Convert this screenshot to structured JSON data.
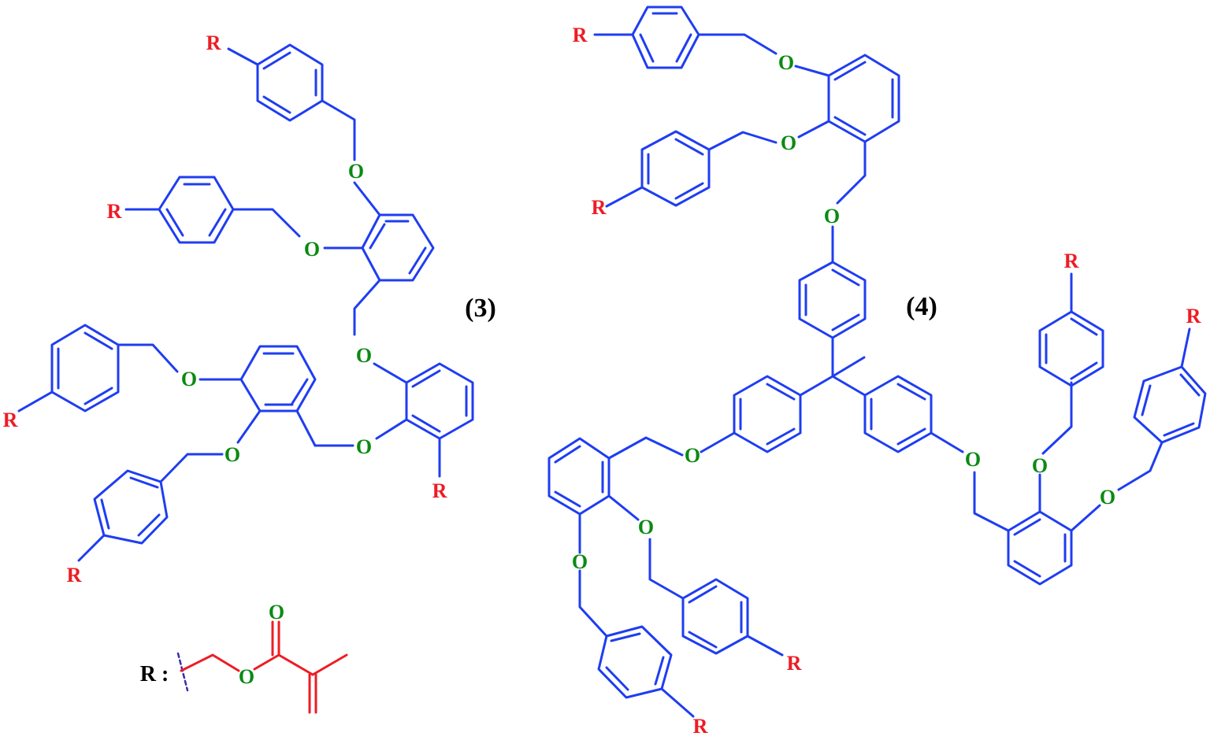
{
  "compound_labels": {
    "compound_3": "(3)",
    "compound_4": "(4)"
  },
  "atom_labels": {
    "oxygen": "O",
    "r_group": "R"
  },
  "legend": {
    "r_definition": "R :",
    "carbonyl_oxygen": "O",
    "ester_oxygen": "O"
  },
  "colors": {
    "skeleton_bond": "#1f3df2",
    "oxygen_label": "#0a8a12",
    "r_group": "#ee1c24",
    "label_text": "#000000",
    "attachment_mark": "#3b2ea8"
  }
}
